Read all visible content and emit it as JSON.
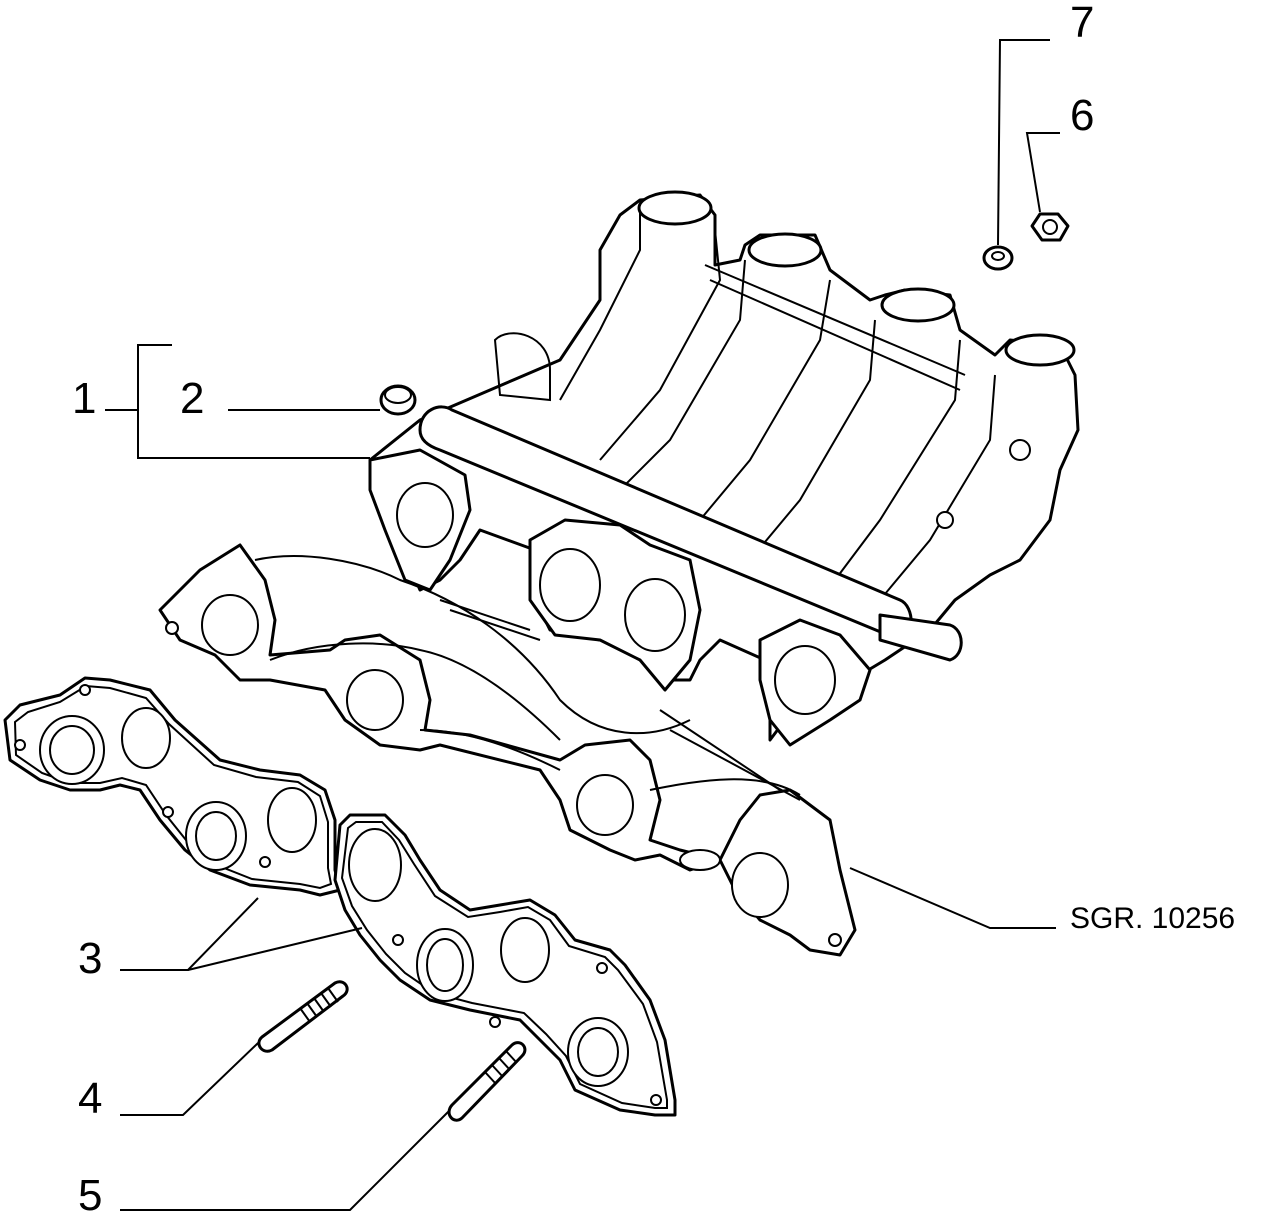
{
  "diagram": {
    "reference_code": "SGR. 10256",
    "callouts": [
      {
        "id": "1",
        "label": "1"
      },
      {
        "id": "2",
        "label": "2"
      },
      {
        "id": "3",
        "label": "3"
      },
      {
        "id": "4",
        "label": "4"
      },
      {
        "id": "5",
        "label": "5"
      },
      {
        "id": "6",
        "label": "6"
      },
      {
        "id": "7",
        "label": "7"
      }
    ],
    "colors": {
      "line": "#000000",
      "background": "#ffffff"
    }
  }
}
